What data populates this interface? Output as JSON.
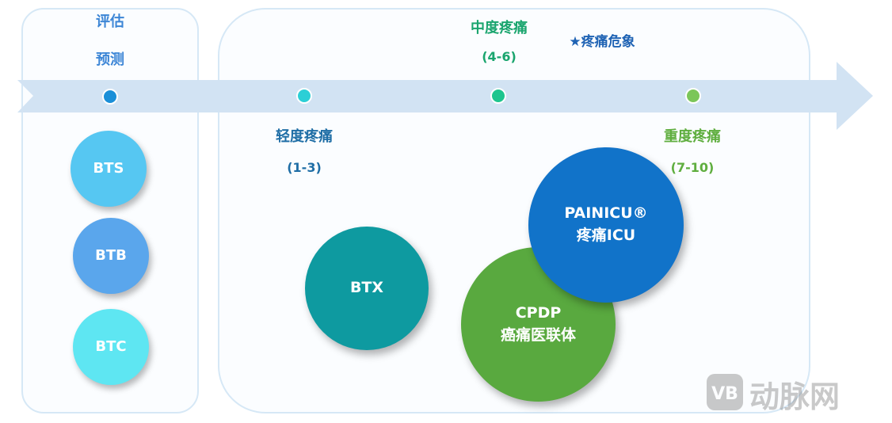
{
  "left_panel": {
    "title_line1": "评估",
    "title_line2": "预测",
    "tools": [
      "BTS",
      "BTB",
      "BTC"
    ]
  },
  "pain_levels": {
    "mild": {
      "label": "轻度疼痛",
      "range": "(1-3)"
    },
    "moderate": {
      "label": "中度疼痛",
      "range": "(4-6)"
    },
    "severe": {
      "label": "重度疼痛",
      "range": "(7-10)"
    },
    "risk": "★疼痛危象"
  },
  "services": {
    "btx": "BTX",
    "cpdp_line1": "CPDP",
    "cpdp_line2": "癌痛医联体",
    "painicu_line1": "PAINICU®",
    "painicu_line2": "疼痛ICU"
  },
  "colors": {
    "mild_dot": "#2ccfd6",
    "moderate_dot": "#1ec58e",
    "severe_dot": "#7bc659",
    "left_dot": "#1a8fd8",
    "arrow": "#d2e3f3",
    "bts": "#56c7f2",
    "btb": "#5aa6ec",
    "btc": "#5ee6f2",
    "btx": "#0e9aa0",
    "cpdp": "#59a93f",
    "painicu": "#1173c9"
  },
  "watermark": {
    "text": "动脉网"
  }
}
